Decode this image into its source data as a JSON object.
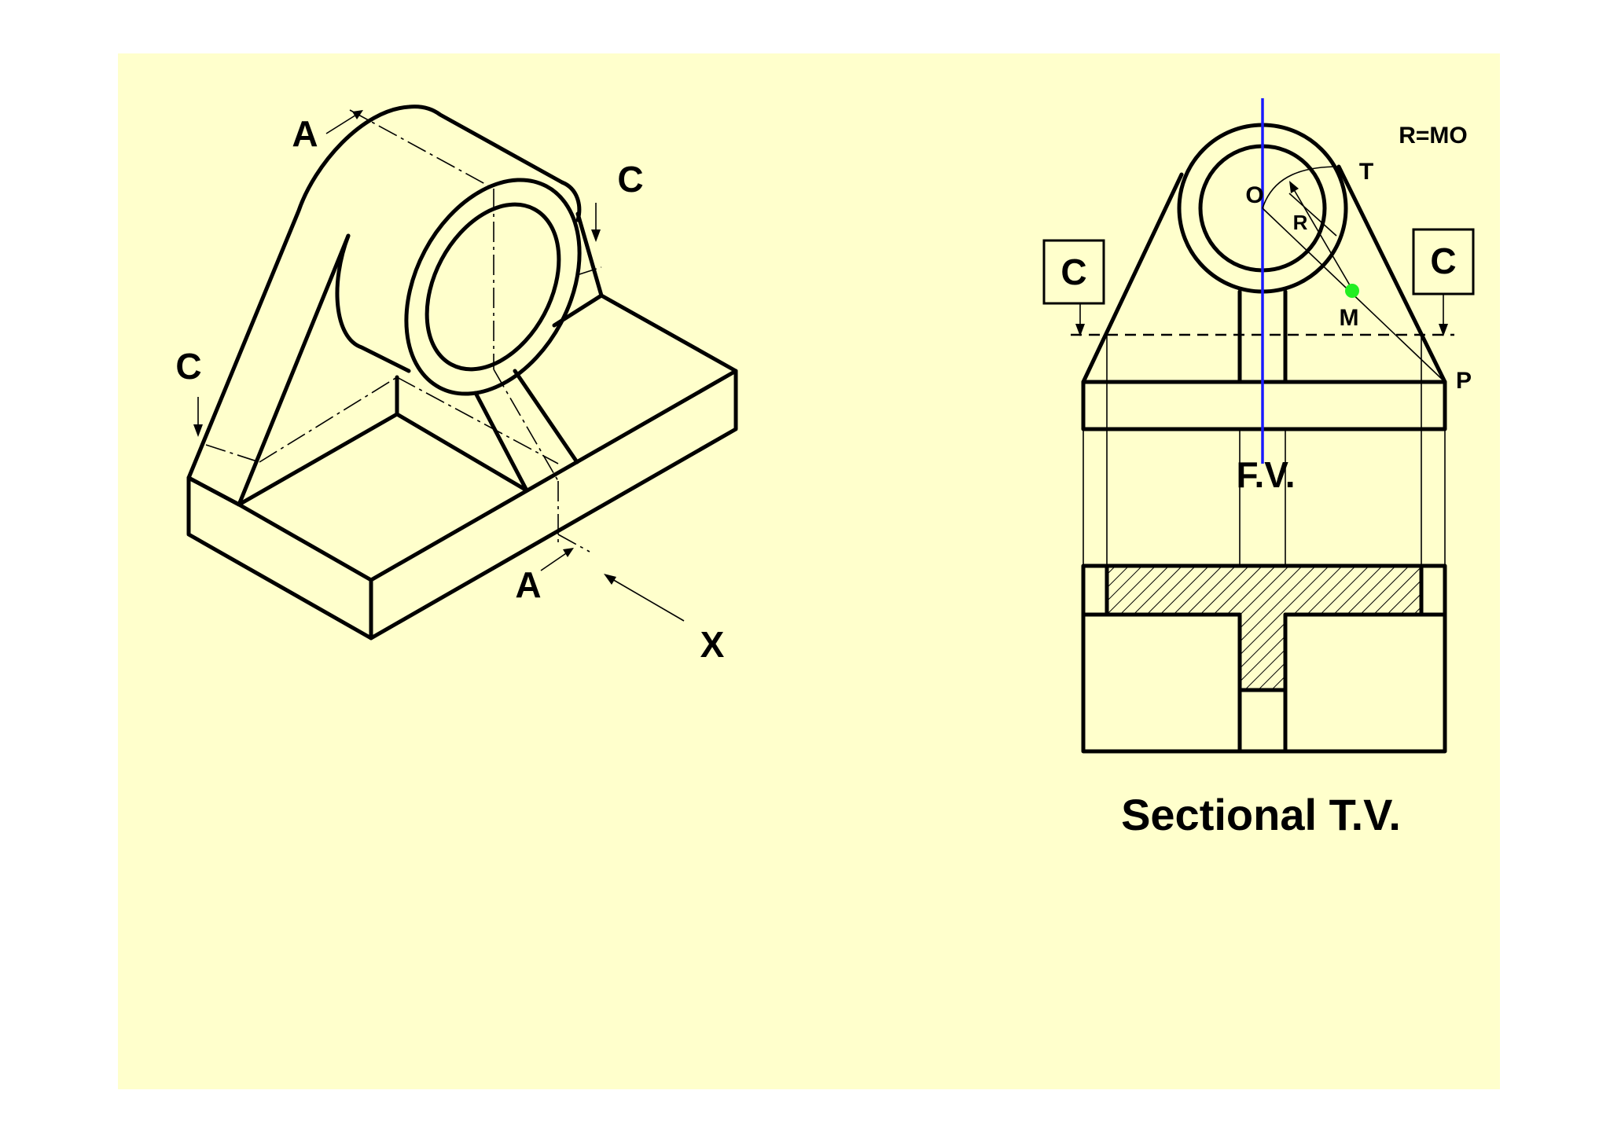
{
  "colors": {
    "background": "#ffffcc",
    "ink": "#000000",
    "centerline": "#1a1aff",
    "point_m": "#22ee22"
  },
  "isometric": {
    "labels": {
      "cut_a_top": "A",
      "cut_a_bottom": "A",
      "cut_c_right": "C",
      "cut_c_left": "C",
      "view_dir": "X"
    }
  },
  "front_view": {
    "caption": "F.V.",
    "radius_note": "R=MO",
    "point_o": "O",
    "point_t": "T",
    "point_r": "R",
    "point_m": "M",
    "point_p": "P",
    "box_left": "C",
    "box_right": "C"
  },
  "top_view": {
    "caption": "Sectional T.V."
  }
}
